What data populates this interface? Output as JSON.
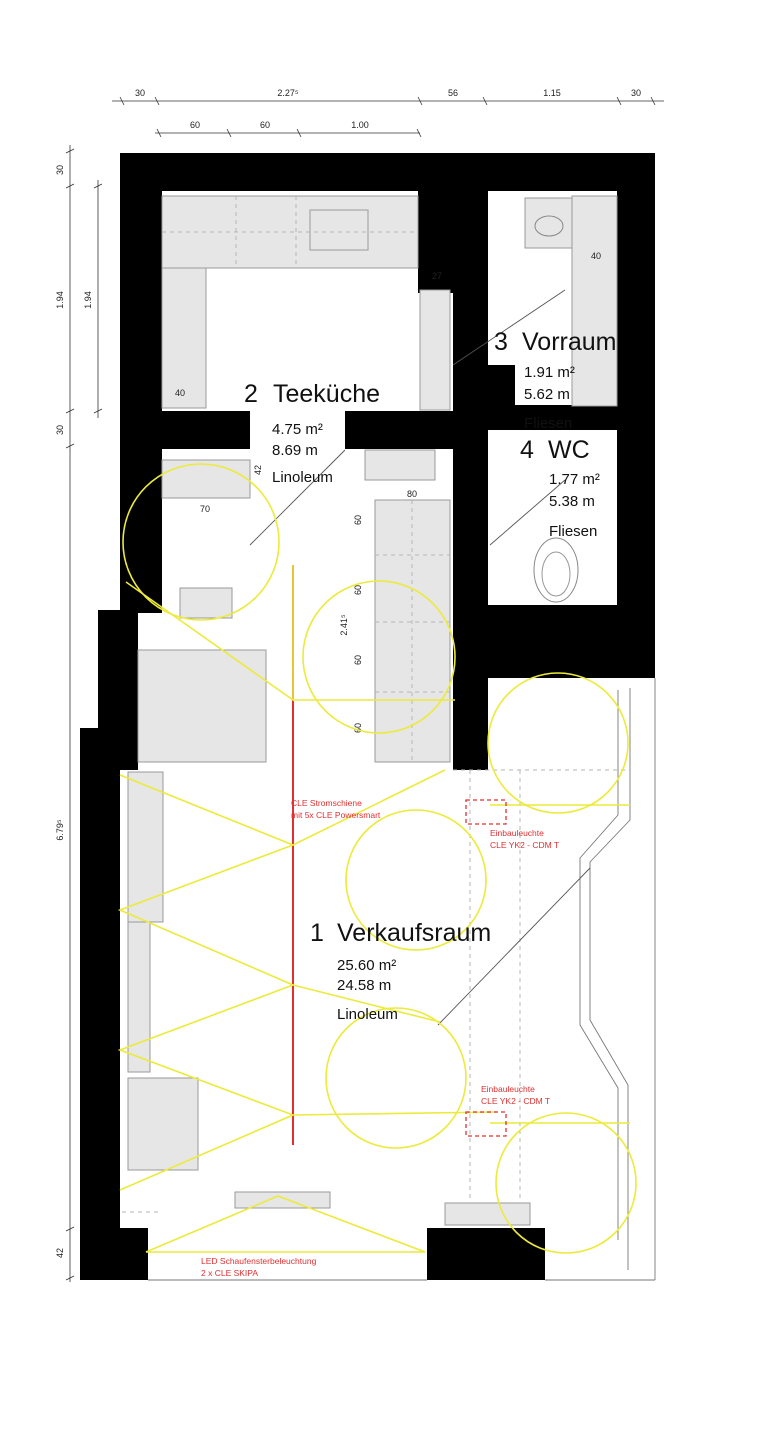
{
  "colors": {
    "wall": "#000000",
    "light": "#ecea3a",
    "annotation": "#e03030",
    "furniture": "#e6e6e6"
  },
  "dimensions": {
    "top_row1": [
      "30",
      "2.27⁵",
      "56",
      "1.15",
      "30"
    ],
    "top_row2": [
      "60",
      "60",
      "1.00"
    ],
    "left_outer": [
      "30",
      "1.94",
      "30",
      "6.79⁵",
      "42"
    ],
    "left_inner": [
      "1.94"
    ],
    "inner": [
      "40",
      "27",
      "40",
      "42",
      "70",
      "80",
      "2.41⁵",
      "60",
      "60",
      "60",
      "60"
    ]
  },
  "rooms": [
    {
      "number": "2",
      "name": "Teeküche",
      "area": "4.75 m²",
      "perimeter": "8.69 m",
      "floor": "Linoleum"
    },
    {
      "number": "3",
      "name": "Vorraum",
      "area": "1.91 m²",
      "perimeter": "5.62 m",
      "floor": "Fliesen"
    },
    {
      "number": "4",
      "name": "WC",
      "area": "1.77 m²",
      "perimeter": "5.38 m",
      "floor": "Fliesen"
    },
    {
      "number": "1",
      "name": "Verkaufsraum",
      "area": "25.60 m²",
      "perimeter": "24.58 m",
      "floor": "Linoleum"
    }
  ],
  "annotations": {
    "rail": [
      "CLE Stromschiene",
      "mit 5x CLE Powersmart"
    ],
    "downlight_1": [
      "Einbauleuchte",
      "CLE YK2 - CDM T"
    ],
    "downlight_2": [
      "Einbauleuchte",
      "CLE YK2 - CDM T"
    ],
    "window_light": [
      "LED Schaufensterbeleuchtung",
      "2 x CLE SKIPA"
    ]
  }
}
